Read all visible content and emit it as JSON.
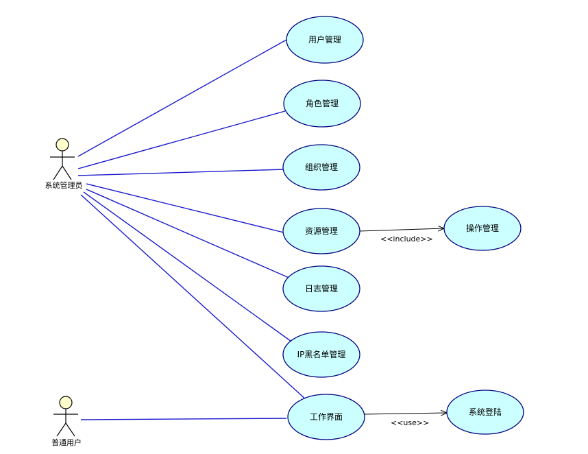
{
  "actors": {
    "admin": {
      "label": "系统管理员"
    },
    "user": {
      "label": "普通用户"
    }
  },
  "use_cases": {
    "user_mgmt": "用户管理",
    "role_mgmt": "角色管理",
    "org_mgmt": "组织管理",
    "resource_mgmt": "资源管理",
    "log_mgmt": "日志管理",
    "ip_blacklist_mgmt": "IP黑名单管理",
    "workspace": "工作界面",
    "operation_mgmt": "操作管理",
    "system_login": "系统登陆"
  },
  "relations": {
    "include_label": "<<include>>",
    "use_label": "<<use>>"
  },
  "colors": {
    "usecase_fill": "#ccffff",
    "usecase_stroke": "#000080",
    "association": "#1a1acc",
    "actor_head": "#ffffcc"
  }
}
